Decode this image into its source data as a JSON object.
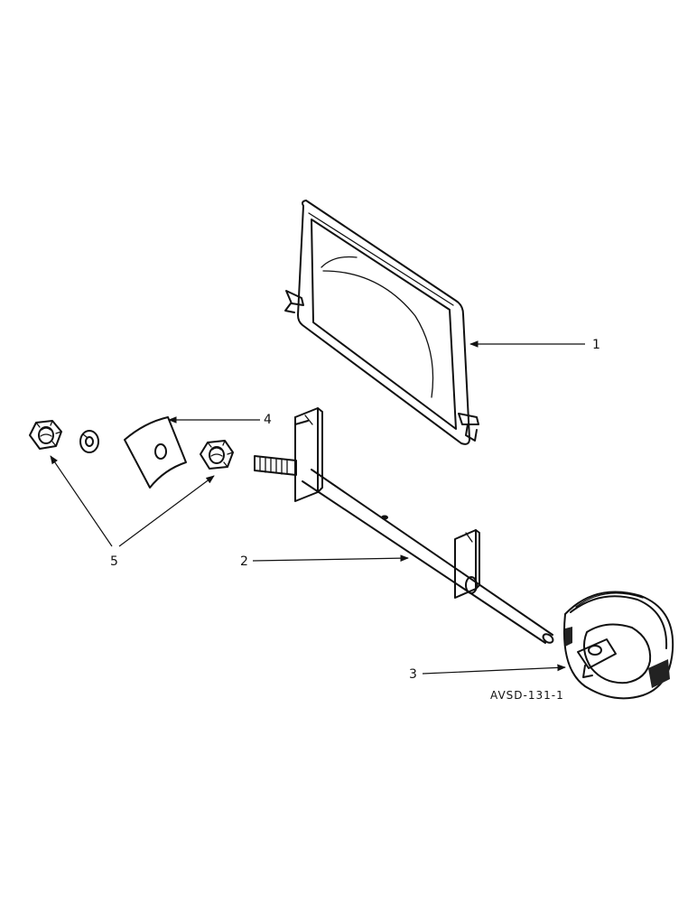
{
  "callouts": {
    "c1": "1",
    "c2": "2",
    "c3": "3",
    "c4": "4",
    "c5": "5"
  },
  "drawing_code": "AVSD-131-1",
  "colors": {
    "ink": "#111111",
    "background": "#ffffff"
  }
}
